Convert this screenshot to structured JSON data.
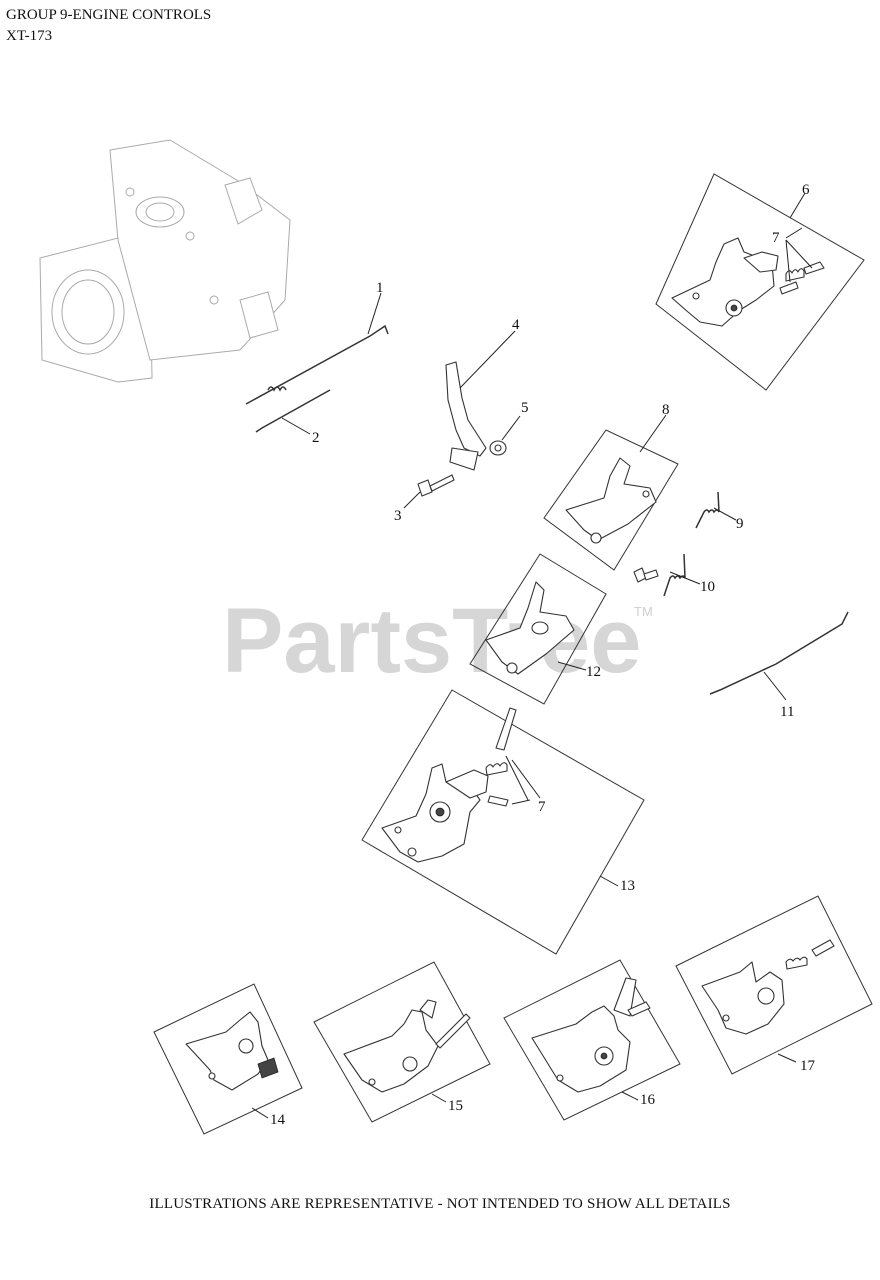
{
  "header": {
    "title": "GROUP 9-ENGINE CONTROLS",
    "code": "XT-173"
  },
  "watermark": {
    "text": "PartsTree",
    "tm": "TM"
  },
  "callouts": {
    "c1": "1",
    "c2": "2",
    "c3": "3",
    "c4": "4",
    "c5": "5",
    "c6": "6",
    "c7a": "7",
    "c7b": "7",
    "c8": "8",
    "c9": "9",
    "c10": "10",
    "c11": "11",
    "c12": "12",
    "c13": "13",
    "c14": "14",
    "c15": "15",
    "c16": "16",
    "c17": "17"
  },
  "footer": {
    "note": "ILLUSTRATIONS ARE REPRESENTATIVE - NOT INTENDED TO SHOW ALL DETAILS"
  }
}
